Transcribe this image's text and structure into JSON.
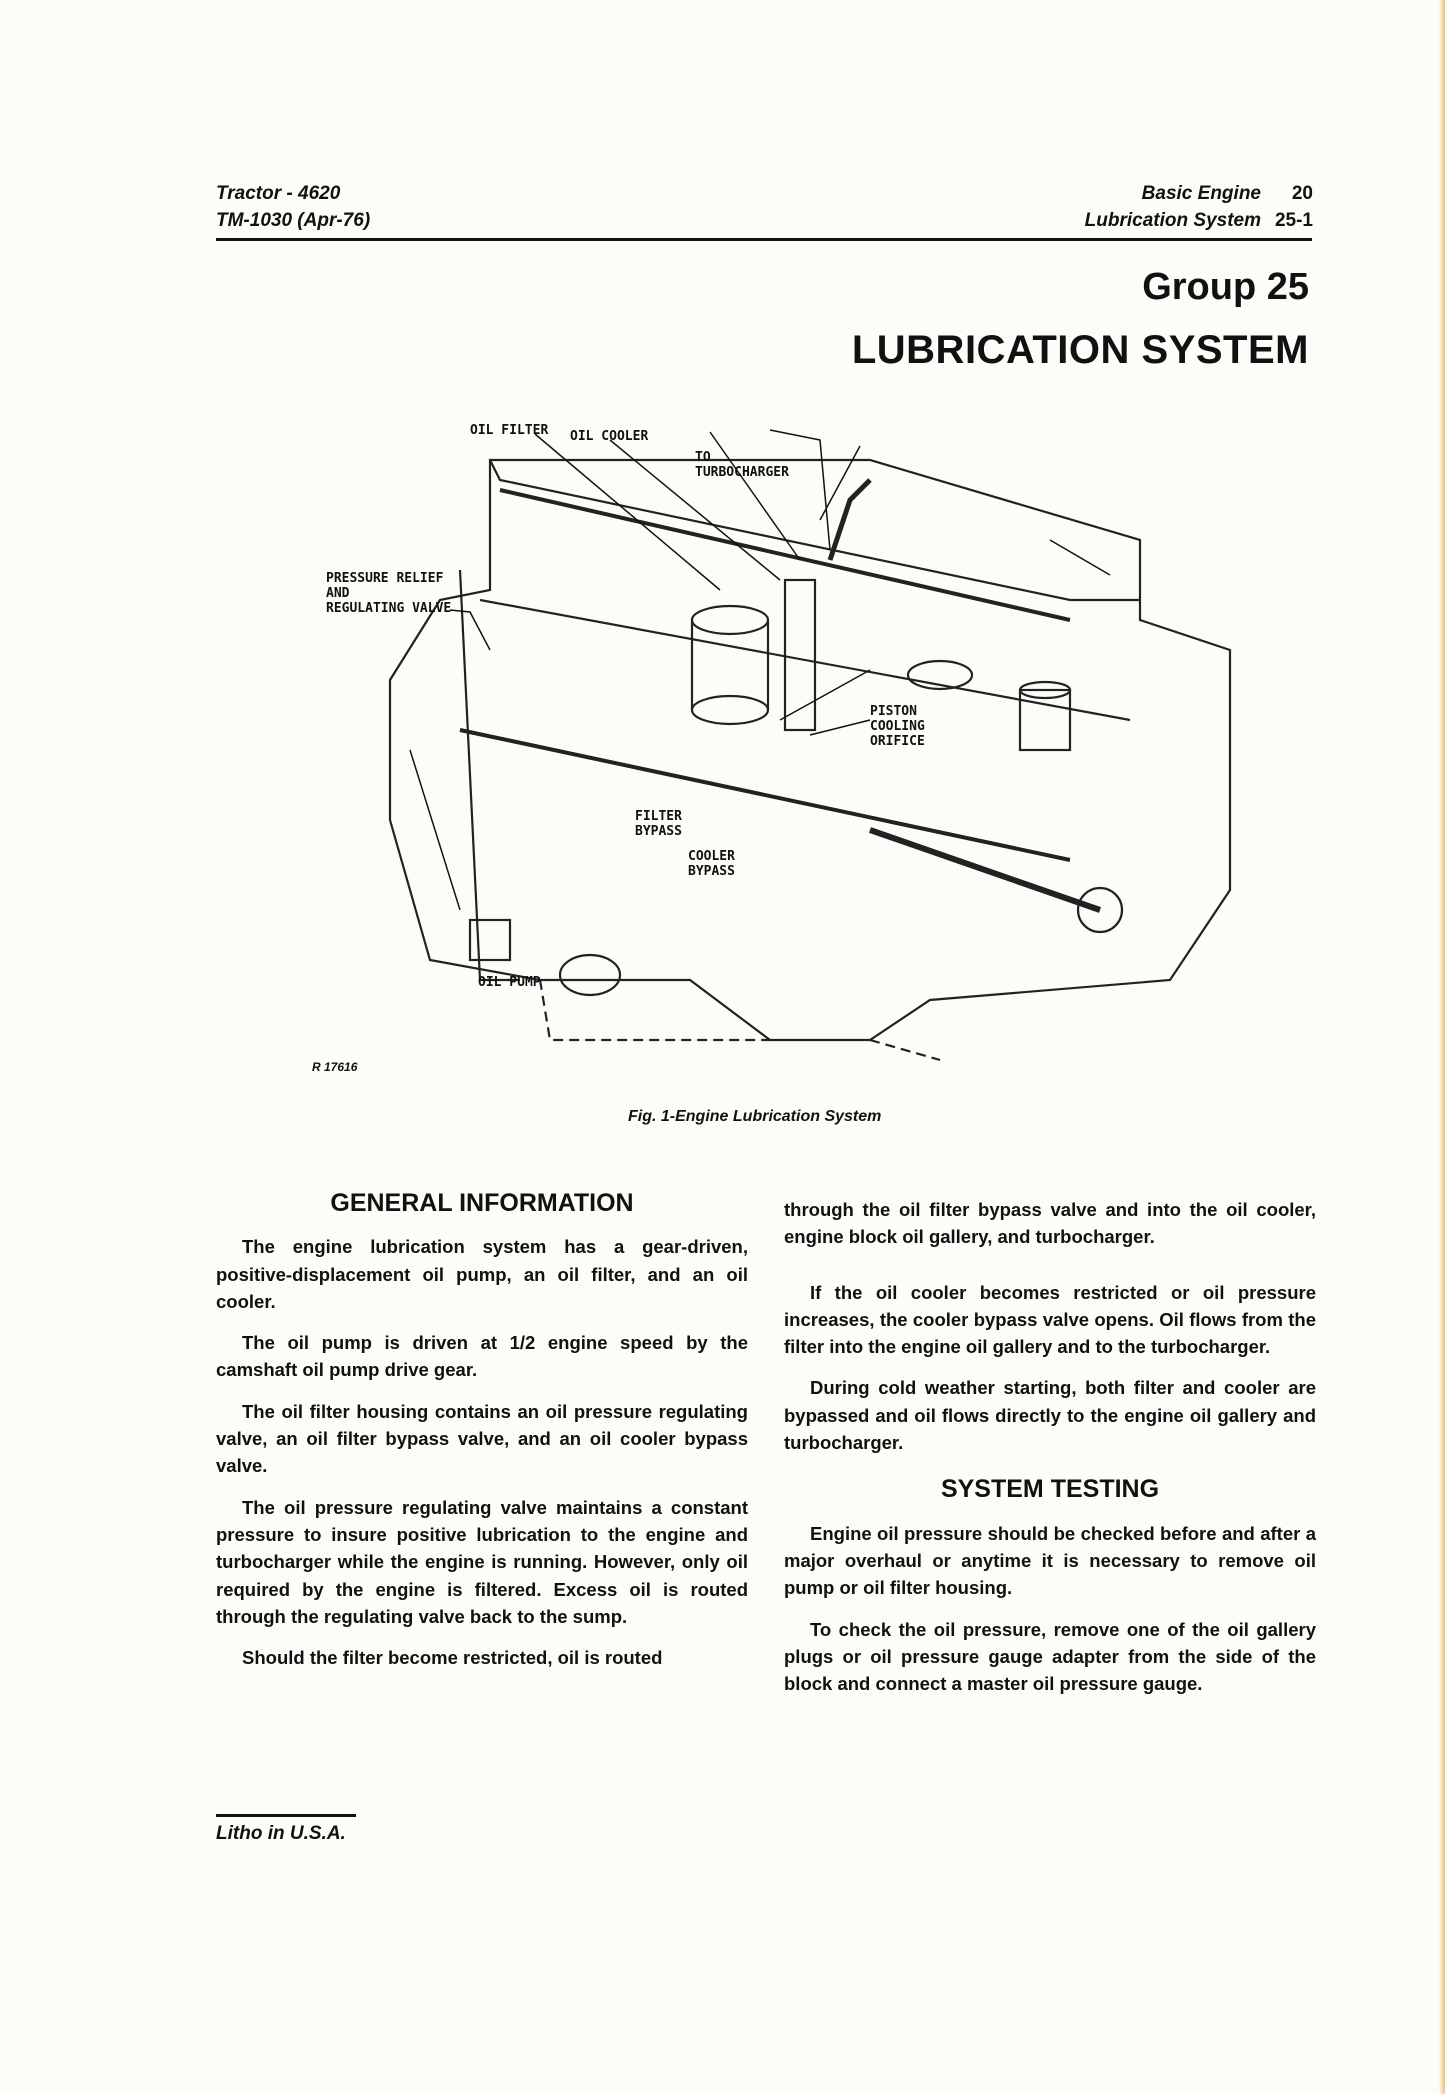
{
  "header": {
    "left_line1": "Tractor - 4620",
    "left_line2": "TM-1030  (Apr-76)",
    "right_line1": "Basic Engine",
    "right_num1": "20",
    "right_line2": "Lubrication System",
    "right_num2": "25-1"
  },
  "group": "Group 25",
  "title": "LUBRICATION SYSTEM",
  "figure": {
    "labels": {
      "oil_filter": "OIL FILTER",
      "oil_cooler": "OIL COOLER",
      "to": "TO",
      "turbocharger": "TURBOCHARGER",
      "prv1": "PRESSURE RELIEF",
      "prv2": "AND",
      "prv3": "REGULATING VALVE",
      "piston1": "PISTON",
      "piston2": "COOLING",
      "piston3": "ORIFICE",
      "fb1": "FILTER",
      "fb2": "BYPASS",
      "cb1": "COOLER",
      "cb2": "BYPASS",
      "oil_pump": "OIL PUMP"
    },
    "code": "R 17616",
    "caption": "Fig. 1-Engine Lubrication System"
  },
  "left": {
    "heading": "GENERAL INFORMATION",
    "paragraphs": [
      "The engine lubrication system has a gear-driven, positive-displacement oil pump, an oil filter, and an oil cooler.",
      "The oil pump is driven at 1/2 engine speed by the camshaft oil pump drive gear.",
      "The oil filter housing contains an oil pressure regulating valve, an oil filter bypass valve, and an oil cooler bypass valve.",
      "The oil pressure regulating valve maintains a constant pressure to insure positive lubrication to the engine and turbocharger while the engine is running. However, only oil required by the engine is filtered. Excess oil is routed through the regulating valve back to the sump.",
      "Should the filter become restricted, oil is routed"
    ]
  },
  "right": {
    "cont": "through the oil filter bypass valve and into the oil cooler, engine block oil gallery, and turbocharger.",
    "paragraphs": [
      "If the oil cooler becomes restricted or oil pressure increases, the cooler bypass valve opens. Oil flows from the filter into the engine oil gallery and to the turbocharger.",
      "During cold weather starting, both filter and cooler are bypassed and oil flows directly to the engine oil gallery and turbocharger."
    ],
    "heading": "SYSTEM TESTING",
    "paragraphs2": [
      "Engine oil pressure should be checked before and after a major overhaul or anytime it is necessary to remove oil pump or oil filter housing.",
      "To check the oil pressure, remove one of the oil gallery plugs or oil pressure gauge adapter from the side of the block and connect a master oil pressure gauge."
    ]
  },
  "footer": "Litho in U.S.A."
}
